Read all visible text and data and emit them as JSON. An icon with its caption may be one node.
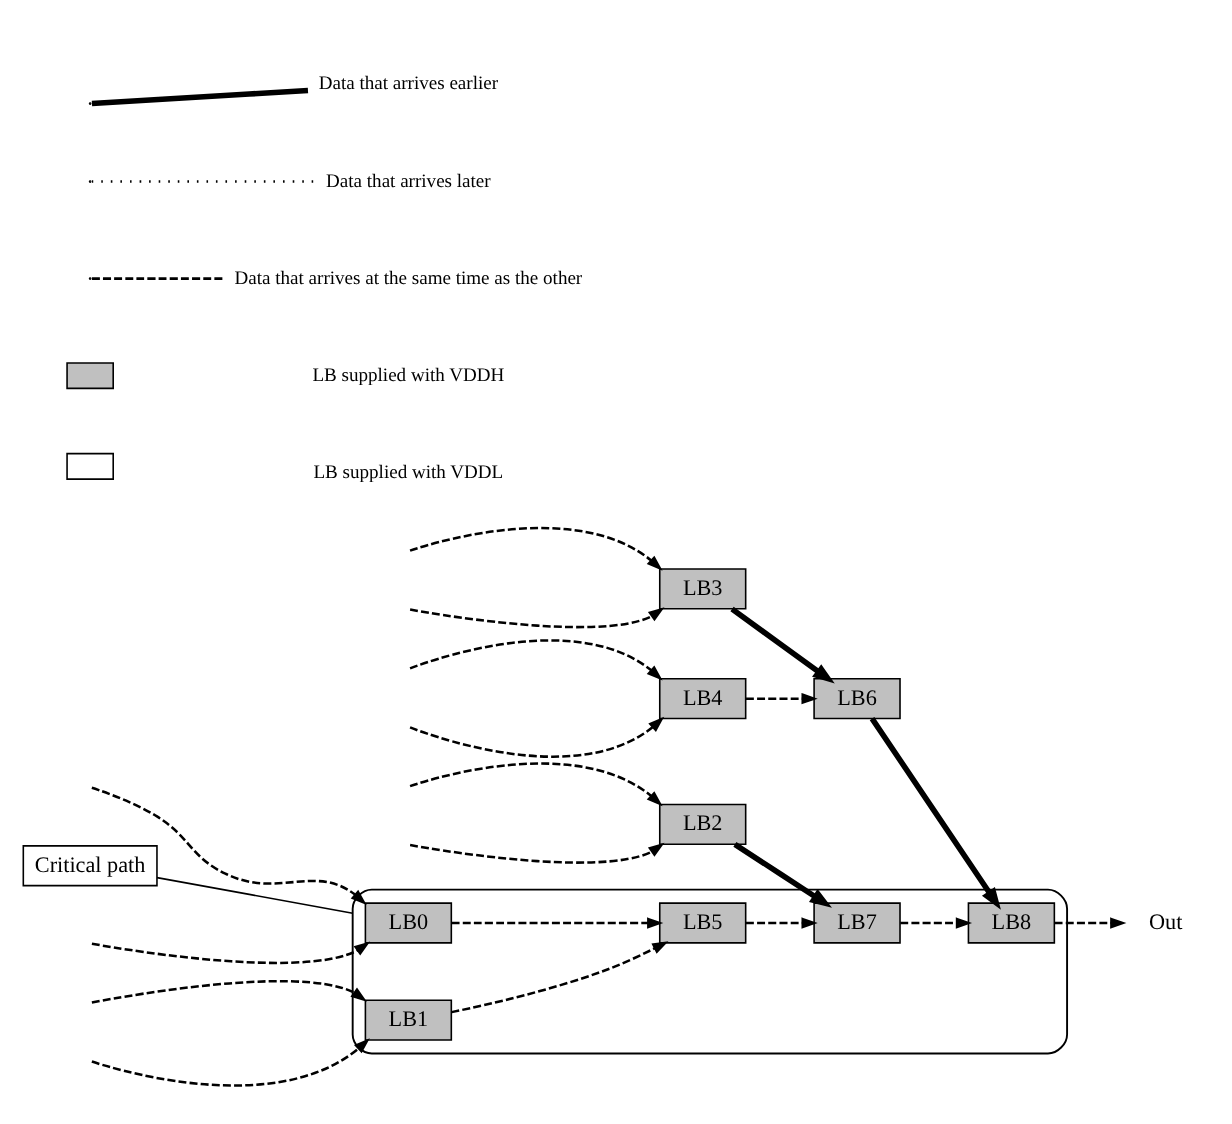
{
  "diagram": {
    "nodes": [
      {
        "text": [],
        "shape": "ellipse"
      },
      {
        "text": [
          "Critical path"
        ]
      },
      {
        "text": [
          "LB0"
        ],
        "in": 0
      },
      {
        "text": [
          "LB1"
        ],
        "in": 0
      },
      {
        "text": [
          "LB5"
        ],
        "in": 0
      },
      {
        "text": [
          "LB7"
        ],
        "in": 0
      },
      {
        "text": [
          "LB8"
        ],
        "in": 0
      },
      {
        "text": [
          "LB2"
        ]
      },
      {
        "text": [
          "LB3"
        ]
      },
      {
        "text": [
          "LB4"
        ]
      },
      {
        "text": [
          "LB6"
        ]
      },
      {
        "text": [
          "Out"
        ]
      }
    ],
    "edges": [
      {
        "from": null,
        "to": 2,
        "arrow": "to",
        "style": "dashed"
      },
      {
        "from": null,
        "to": 2,
        "arrow": "to",
        "style": "dashed"
      },
      {
        "from": null,
        "to": 3,
        "arrow": "to",
        "style": "dashed"
      },
      {
        "from": null,
        "to": 3,
        "arrow": "to",
        "style": "dashed"
      },
      {
        "from": null,
        "to": 7,
        "arrow": "to",
        "style": "dashed"
      },
      {
        "from": null,
        "to": 7,
        "arrow": "to",
        "style": "dashed"
      },
      {
        "from": null,
        "to": 8,
        "arrow": "to",
        "style": "dashed"
      },
      {
        "from": null,
        "to": 8,
        "arrow": "to",
        "style": "dashed"
      },
      {
        "from": null,
        "to": 9,
        "arrow": "to",
        "style": "dashed"
      },
      {
        "from": null,
        "to": 9,
        "arrow": "to",
        "style": "dashed"
      },
      {
        "from": 2,
        "to": 4,
        "arrow": "to",
        "style": "dashed"
      },
      {
        "from": 3,
        "to": 4,
        "arrow": "to",
        "style": "dashed"
      },
      {
        "from": 4,
        "to": 5,
        "arrow": "to",
        "style": "dashed"
      },
      {
        "from": 7,
        "to": 5,
        "arrow": "to",
        "style": "thick"
      },
      {
        "from": 5,
        "to": 6,
        "arrow": "to",
        "style": "dashed"
      },
      {
        "from": 8,
        "to": 10,
        "arrow": "to",
        "style": "thick"
      },
      {
        "from": 9,
        "to": 10,
        "arrow": "to",
        "style": "dashed"
      },
      {
        "from": 10,
        "to": 6,
        "arrow": "to",
        "style": "thick"
      },
      {
        "from": 6,
        "to": 11,
        "arrow": "to",
        "style": "dashed"
      },
      {
        "from": 1,
        "to": 0,
        "arrow": "none"
      }
    ],
    "legend": [
      {
        "text": "Data that arrives earlier"
      },
      {
        "text": "Data that arrives later"
      },
      {
        "text": "Data that arrives at the same time as the other"
      },
      {
        "text": "LB supplied with VDDH",
        "color": "#c0c0c0"
      },
      {
        "text": "LB supplied with VDDL",
        "color": "#ffffff"
      }
    ]
  }
}
